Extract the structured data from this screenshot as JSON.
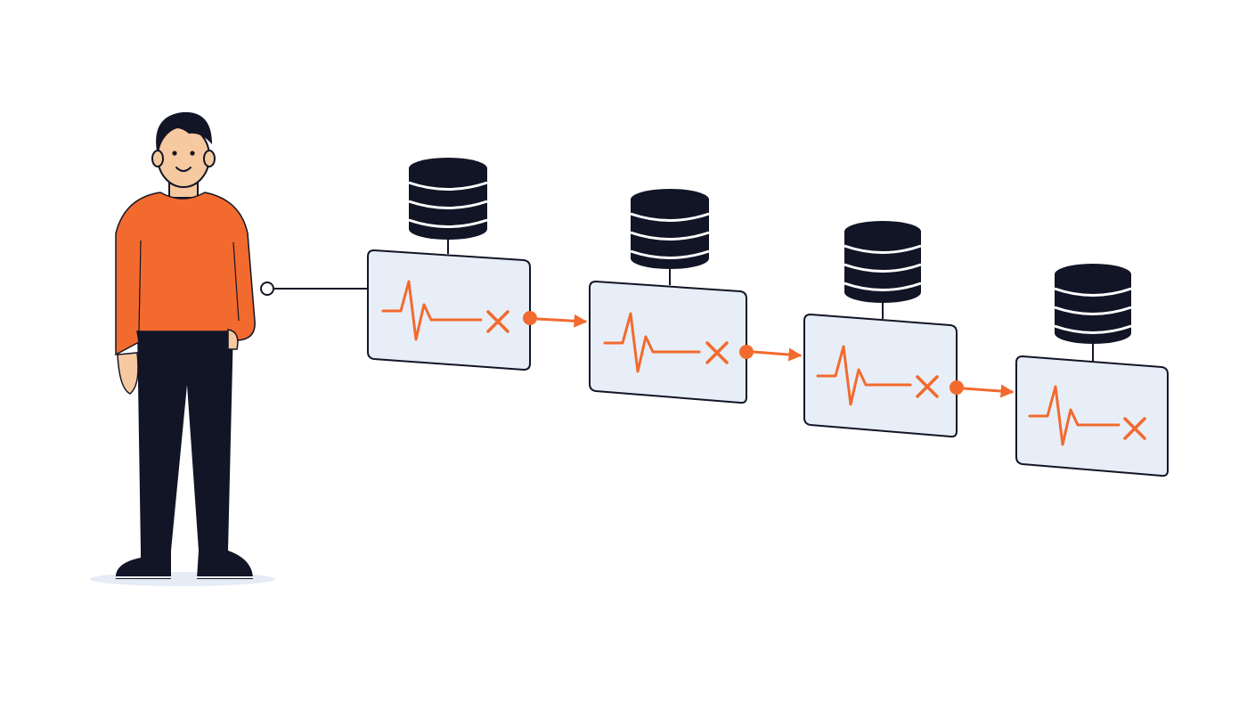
{
  "colors": {
    "background": "#ffffff",
    "accent": "#f26a2e",
    "dark": "#121526",
    "panel_fill": "#e8eef7",
    "shadow": "#e6ecf5",
    "skin": "#f7c9a0"
  },
  "icons": {
    "database": "database-icon",
    "heartbeat": "heartbeat-line-icon",
    "failure": "x-mark-icon",
    "person": "person-illustration"
  },
  "diagram": {
    "node_count": 4,
    "nodes": [
      {
        "id": "service-1",
        "has_database": true,
        "status": "failed"
      },
      {
        "id": "service-2",
        "has_database": true,
        "status": "failed"
      },
      {
        "id": "service-3",
        "has_database": true,
        "status": "failed"
      },
      {
        "id": "service-4",
        "has_database": true,
        "status": "failed"
      }
    ],
    "edges": [
      {
        "from": "user",
        "to": "service-1",
        "style": "plain"
      },
      {
        "from": "service-1",
        "to": "service-2",
        "style": "accent-arrow"
      },
      {
        "from": "service-2",
        "to": "service-3",
        "style": "accent-arrow"
      },
      {
        "from": "service-3",
        "to": "service-4",
        "style": "accent-arrow"
      }
    ]
  }
}
